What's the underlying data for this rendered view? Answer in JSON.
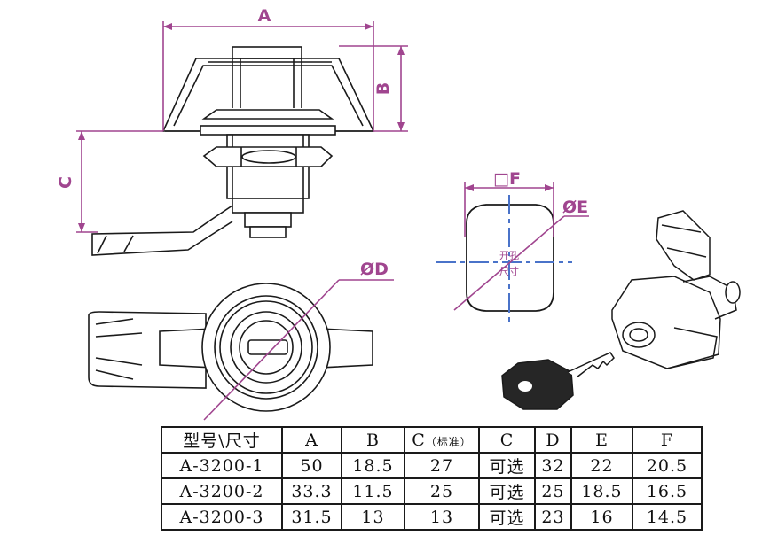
{
  "colors": {
    "dimension": "#a0458f",
    "centerline": "#4a73c9",
    "line": "#1a1a1a"
  },
  "labels": {
    "dim_a": "A",
    "dim_b": "B",
    "dim_c": "C",
    "dim_d": "ØD",
    "dim_e": "ØE",
    "dim_f": "□F",
    "hole_1": "开孔",
    "hole_2": "尺寸"
  },
  "table": {
    "headers": [
      "型号\\尺寸",
      "A",
      "B",
      "C",
      "C",
      "D",
      "E",
      "F"
    ],
    "header_c_note": "（标准）",
    "rows": [
      [
        "A-3200-1",
        "50",
        "18.5",
        "27",
        "可选",
        "32",
        "22",
        "20.5"
      ],
      [
        "A-3200-2",
        "33.3",
        "11.5",
        "25",
        "可选",
        "25",
        "18.5",
        "16.5"
      ],
      [
        "A-3200-3",
        "31.5",
        "13",
        "13",
        "可选",
        "23",
        "16",
        "14.5"
      ]
    ]
  }
}
